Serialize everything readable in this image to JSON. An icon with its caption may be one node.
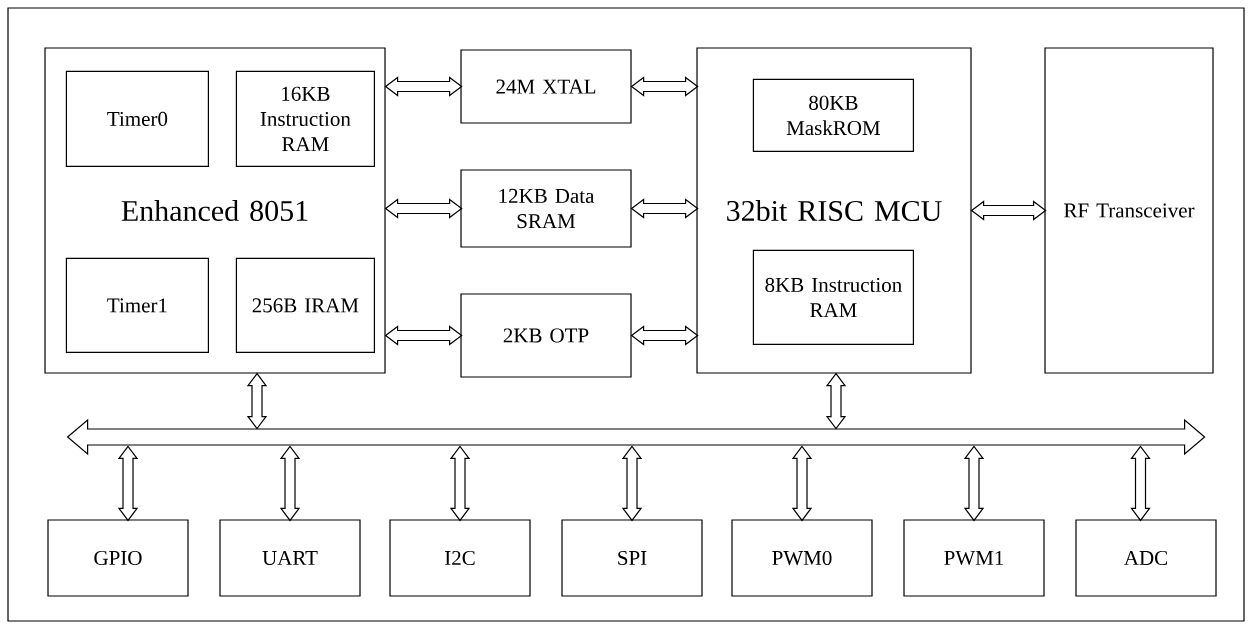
{
  "diagram": {
    "nodes": [
      {
        "text": [
          "Enhanced 8051"
        ]
      },
      {
        "text": [
          "Timer0"
        ],
        "in": 0
      },
      {
        "text": [
          "16KB Instruction RAM"
        ],
        "in": 0
      },
      {
        "text": [
          "Timer1"
        ],
        "in": 0
      },
      {
        "text": [
          "256B IRAM"
        ],
        "in": 0
      },
      {
        "text": [
          "24M XTAL"
        ]
      },
      {
        "text": [
          "12KB Data SRAM"
        ]
      },
      {
        "text": [
          "2KB OTP"
        ]
      },
      {
        "text": [
          "32bit RISC MCU"
        ]
      },
      {
        "text": [
          "80KB MaskROM"
        ],
        "in": 8
      },
      {
        "text": [
          "8KB Instruction RAM"
        ],
        "in": 8
      },
      {
        "text": [
          "RF Transceiver"
        ]
      },
      {
        "text": [],
        "shape": "bar"
      },
      {
        "text": [
          "GPIO"
        ]
      },
      {
        "text": [
          "UART"
        ]
      },
      {
        "text": [
          "I2C"
        ]
      },
      {
        "text": [
          "SPI"
        ]
      },
      {
        "text": [
          "PWM0"
        ]
      },
      {
        "text": [
          "PWM1"
        ]
      },
      {
        "text": [
          "ADC"
        ]
      }
    ],
    "edges": [
      {
        "from": 0,
        "to": 5,
        "arrow": "both"
      },
      {
        "from": 0,
        "to": 6,
        "arrow": "both"
      },
      {
        "from": 0,
        "to": 7,
        "arrow": "both"
      },
      {
        "from": 5,
        "to": 8,
        "arrow": "both"
      },
      {
        "from": 6,
        "to": 8,
        "arrow": "both"
      },
      {
        "from": 7,
        "to": 8,
        "arrow": "both"
      },
      {
        "from": 8,
        "to": 11,
        "arrow": "both"
      },
      {
        "from": 0,
        "to": 12,
        "arrow": "both"
      },
      {
        "from": 8,
        "to": 12,
        "arrow": "both"
      },
      {
        "from": 12,
        "to": 13,
        "arrow": "both"
      },
      {
        "from": 12,
        "to": 14,
        "arrow": "both"
      },
      {
        "from": 12,
        "to": 15,
        "arrow": "both"
      },
      {
        "from": 12,
        "to": 16,
        "arrow": "both"
      },
      {
        "from": 12,
        "to": 17,
        "arrow": "both"
      },
      {
        "from": 12,
        "to": 18,
        "arrow": "both"
      },
      {
        "from": 12,
        "to": 19,
        "arrow": "both"
      }
    ]
  }
}
